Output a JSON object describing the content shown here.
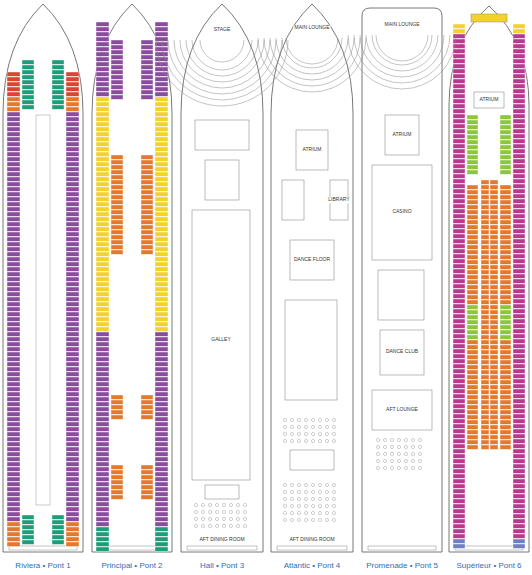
{
  "diagram": {
    "nodes": [
      {
        "text": [
          "Riviera • Pont 1"
        ]
      },
      {
        "text": [
          "Principal • Pont 2"
        ]
      },
      {
        "text": [
          "Hall • Pont 3"
        ]
      },
      {
        "text": [
          "Atlantic • Pont 4"
        ]
      },
      {
        "text": [
          "Promenade • Pont 5"
        ]
      },
      {
        "text": [
          "Supérieur • Pont 6"
        ]
      }
    ],
    "labels": [
      "STAGE",
      "GALLEY",
      "AFT DINING ROOM",
      "MAIN LOUNGE",
      "ATRIUM",
      "LIBRARY",
      "DANCE FLOOR",
      "AFT DINING ROOM",
      "MAIN LOUNGE",
      "ATRIUM",
      "CASINO",
      "DANCE CLUB",
      "AFT LOUNGE",
      "ATRIUM"
    ]
  }
}
